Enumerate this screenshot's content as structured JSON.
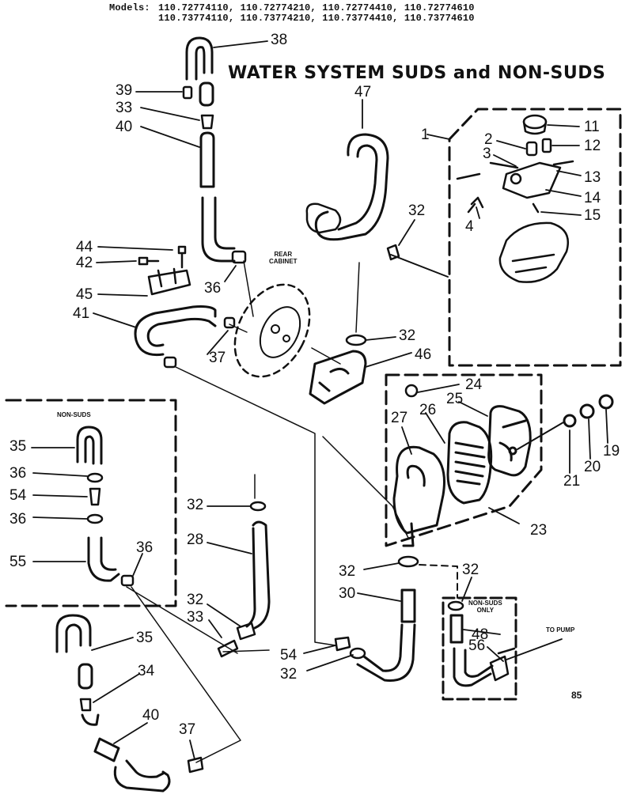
{
  "header": {
    "models_label": "Models:",
    "models_line1": "110.72774110, 110.72774210, 110.72774410, 110.72774610",
    "models_line2": "110.73774110, 110.73774210, 110.73774410, 110.73774610",
    "title": "WATER SYSTEM SUDS and NON-SUDS"
  },
  "labels": {
    "rear_cabinet_1": "REAR",
    "rear_cabinet_2": "CABINET",
    "non_suds": "NON-SUDS",
    "non_suds_only_1": "NON-SUDS",
    "non_suds_only_2": "ONLY",
    "to_pump": "TO PUMP",
    "page_code": "85"
  },
  "callouts": {
    "c38": "38",
    "c39": "39",
    "c33a": "33",
    "c40a": "40",
    "c47": "47",
    "c1": "1",
    "c11": "11",
    "c2": "2",
    "c12": "12",
    "c3": "3",
    "c13": "13",
    "c14": "14",
    "c4": "4",
    "c15": "15",
    "c32a": "32",
    "c44": "44",
    "c42": "42",
    "c45": "45",
    "c36a": "36",
    "c41": "41",
    "c37a": "37",
    "c32b": "32",
    "c46": "46",
    "c24": "24",
    "c25": "25",
    "c26": "26",
    "c27": "27",
    "c19": "19",
    "c20": "20",
    "c21": "21",
    "c23": "23",
    "c35a": "35",
    "c36b": "36",
    "c54a": "54",
    "c36c": "36",
    "c55": "55",
    "c36d": "36",
    "c32c": "32",
    "c28": "28",
    "c32d": "32",
    "c33b": "33",
    "c32e": "32",
    "c30": "30",
    "c32f": "32",
    "c48": "48",
    "c56": "56",
    "c54b": "54",
    "c32g": "32",
    "c35b": "35",
    "c34": "34",
    "c40b": "40",
    "c37b": "37"
  }
}
